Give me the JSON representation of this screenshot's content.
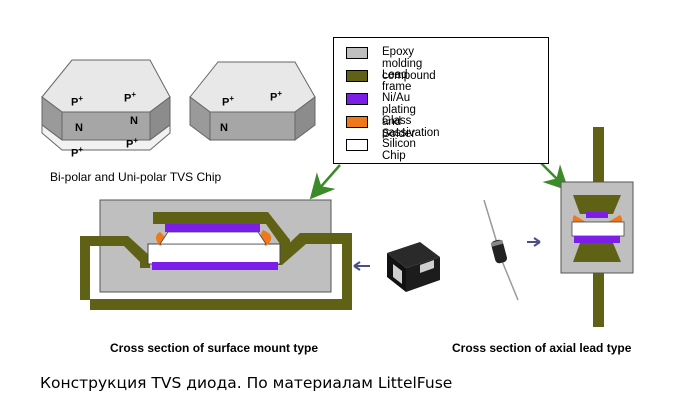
{
  "colors": {
    "epoxy": "#bfbfbf",
    "lead_frame": "#5f6115",
    "plating_solder": "#7a1ee8",
    "glass_passivation": "#f07818",
    "silicon_chip": "#ffffff",
    "arrow": "#3c8a2a",
    "small_arrow": "#4a4f86"
  },
  "legend": [
    {
      "label": "Epoxy molding compound",
      "color": "#bfbfbf"
    },
    {
      "label": "Lead frame",
      "color": "#5f6115"
    },
    {
      "label": "Ni/Au plating and Solder",
      "color": "#7a1ee8"
    },
    {
      "label": "Glass passivation",
      "color": "#f07818"
    },
    {
      "label": "Silicon Chip",
      "color": "#ffffff"
    }
  ],
  "chips": {
    "caption": "Bi-polar and Uni-polar TVS Chip",
    "bipolar": {
      "p_top_left": "P",
      "p_top_right": "P",
      "n_left": "N",
      "n_right": "N",
      "p_bottom_left": "P",
      "p_bottom_right": "P",
      "plus": "+"
    },
    "unipolar": {
      "p_top_left": "P",
      "p_top_right": "P",
      "n_left": "N",
      "plus": "+"
    }
  },
  "smd_caption": "Cross section of surface mount type",
  "axial_caption": "Cross section of axial lead type",
  "bottom_caption": "Конструкция TVS диода. По материалам LittelFuse"
}
